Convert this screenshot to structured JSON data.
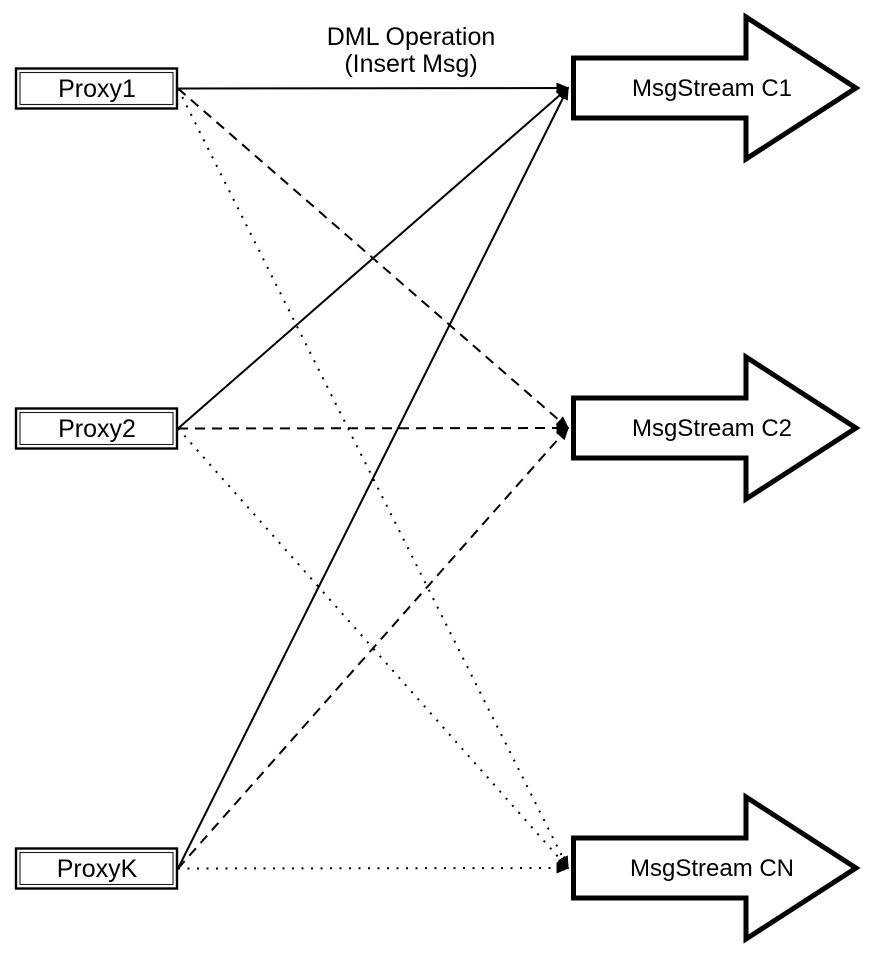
{
  "diagram": {
    "title_label": {
      "line1": "DML Operation",
      "line2": "(Insert Msg)"
    },
    "proxies": [
      {
        "label": "Proxy1"
      },
      {
        "label": "Proxy2"
      },
      {
        "label": "ProxyK"
      }
    ],
    "streams": [
      {
        "label": "MsgStream C1"
      },
      {
        "label": "MsgStream C2"
      },
      {
        "label": "MsgStream CN"
      }
    ],
    "connections": [
      {
        "from": "Proxy1",
        "to": "MsgStream C1",
        "line_style": "solid"
      },
      {
        "from": "Proxy1",
        "to": "MsgStream C2",
        "line_style": "dashed"
      },
      {
        "from": "Proxy1",
        "to": "MsgStream CN",
        "line_style": "dotted"
      },
      {
        "from": "Proxy2",
        "to": "MsgStream C1",
        "line_style": "solid"
      },
      {
        "from": "Proxy2",
        "to": "MsgStream C2",
        "line_style": "dashed"
      },
      {
        "from": "Proxy2",
        "to": "MsgStream CN",
        "line_style": "dotted"
      },
      {
        "from": "ProxyK",
        "to": "MsgStream C1",
        "line_style": "solid"
      },
      {
        "from": "ProxyK",
        "to": "MsgStream C2",
        "line_style": "dashed"
      },
      {
        "from": "ProxyK",
        "to": "MsgStream CN",
        "line_style": "dotted"
      }
    ],
    "colors": {
      "stroke": "#000000",
      "fill": "#ffffff",
      "background": "#ffffff"
    }
  }
}
